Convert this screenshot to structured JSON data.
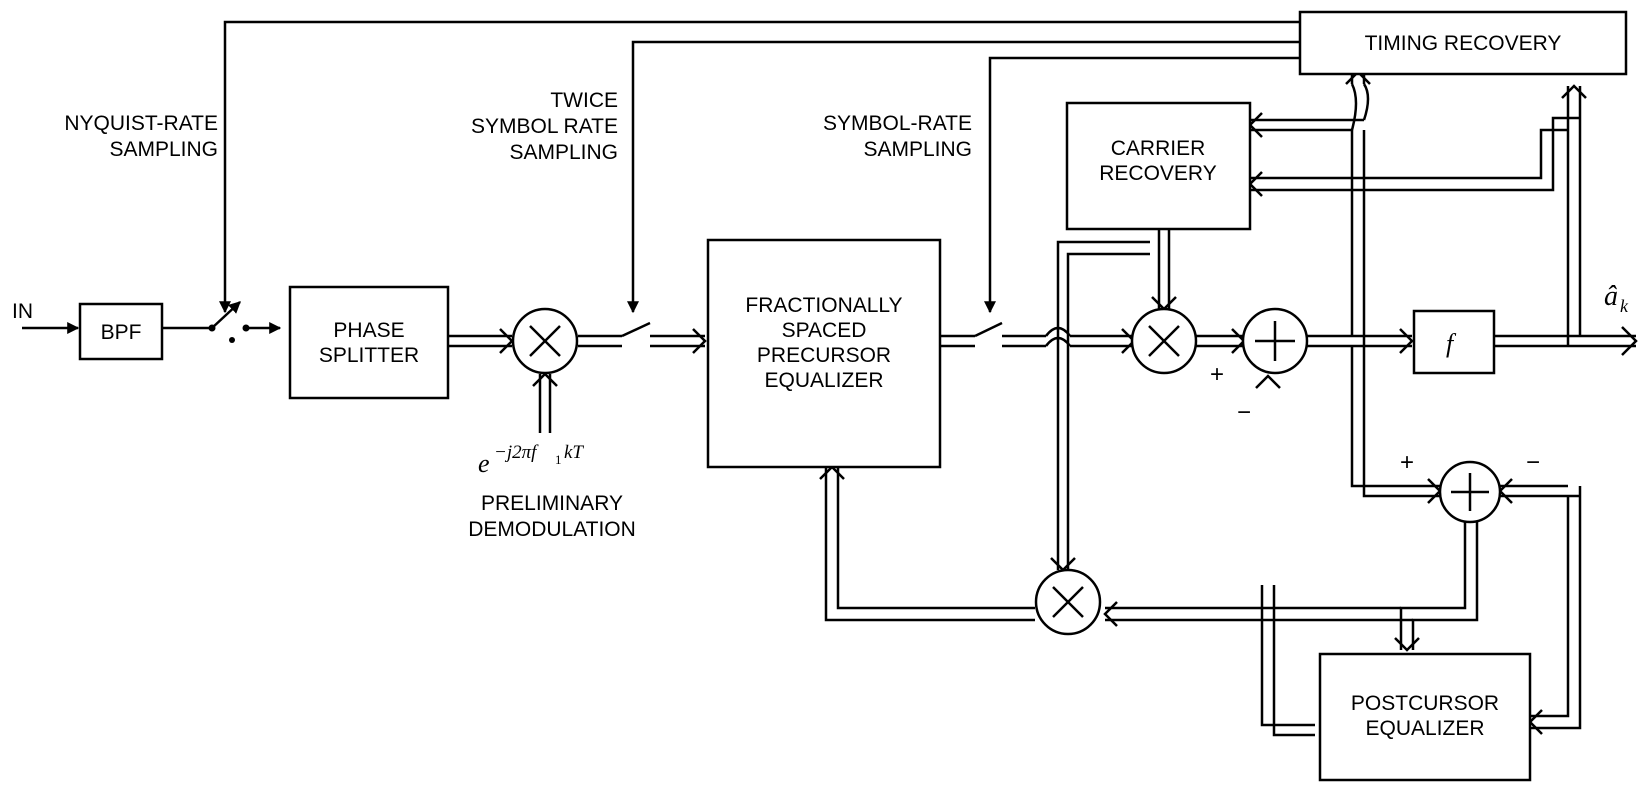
{
  "blocks": {
    "bpf": "BPF",
    "phase_splitter": [
      "PHASE",
      "SPLITTER"
    ],
    "fractional_equalizer": [
      "FRACTIONALLY",
      "SPACED",
      "PRECURSOR",
      "EQUALIZER"
    ],
    "carrier_recovery": [
      "CARRIER",
      "RECOVERY"
    ],
    "timing_recovery": "TIMING RECOVERY",
    "postcursor_equalizer": [
      "POSTCURSOR",
      "EQUALIZER"
    ],
    "slicer_symbol": "f"
  },
  "labels": {
    "input": "IN",
    "nyquist_sampling": [
      "NYQUIST-RATE",
      "SAMPLING"
    ],
    "twice_symbol_sampling": [
      "TWICE",
      "SYMBOL RATE",
      "SAMPLING"
    ],
    "symbol_rate_sampling": [
      "SYMBOL-RATE",
      "SAMPLING"
    ],
    "demod_expr": "e^{-j2πf₁kT}",
    "demod_base": "e",
    "demod_exp": "−j2πf",
    "demod_sub": "1",
    "demod_tail": "kT",
    "preliminary_demod": [
      "PRELIMINARY",
      "DEMODULATION"
    ],
    "output_symbol": "â",
    "output_subscript": "k"
  },
  "signs": {
    "sum1_plus": "+",
    "sum1_minus": "−",
    "sum2_plus": "+",
    "sum2_minus": "−"
  }
}
